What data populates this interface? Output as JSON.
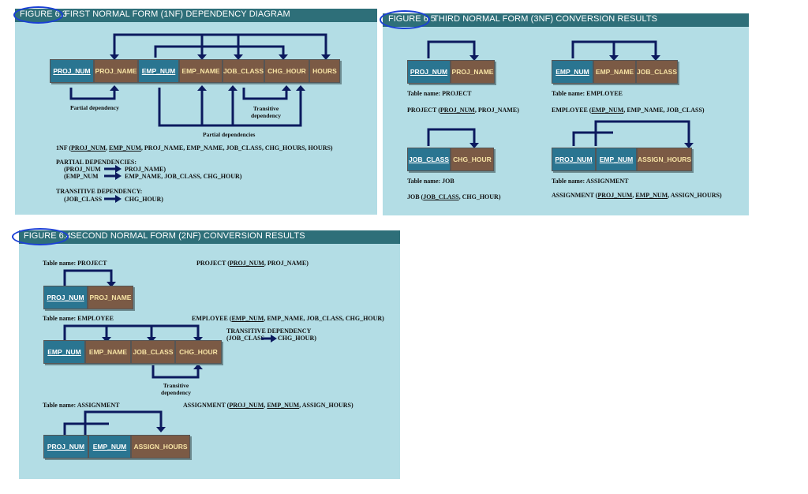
{
  "colors": {
    "key_cell": "#2a7591",
    "attr_cell": "#7b5a45",
    "panel_bg": "#b3dde5",
    "title_bar": "#2e6f79",
    "arrow": "#0c1a5e",
    "highlight_ellipse": "#1a3fd6"
  },
  "fig63": {
    "figure_label": "FIGURE 6.3",
    "title": "FIRST NORMAL FORM (1NF) DEPENDENCY DIAGRAM",
    "cells": [
      "PROJ_NUM",
      "PROJ_NAME",
      "EMP_NUM",
      "EMP_NAME",
      "JOB_CLASS",
      "CHG_HOUR",
      "HOURS"
    ],
    "partial_dependency_label": "Partial dependency",
    "transitive_label_1": "Transitive",
    "transitive_label_2": "dependency",
    "partial_dependencies_label": "Partial dependencies",
    "nf1_prefix": "1NF (",
    "nf1_key1": "PROJ_NUM",
    "nf1_sep": ", ",
    "nf1_key2": "EMP_NUM",
    "nf1_rest": ", PROJ_NAME, EMP_NAME, JOB_CLASS, CHG_HOURS, HOURS)",
    "partial_header": "PARTIAL DEPENDENCIES:",
    "partial_line1_left": "(PROJ_NUM",
    "partial_line1_right": "PROJ_NAME)",
    "partial_line2_left": "(EMP_NUM",
    "partial_line2_right": "EMP_NAME, JOB_CLASS, CHG_HOUR)",
    "transitive_header": "TRANSITIVE DEPENDENCY:",
    "transitive_line_left": "(JOB_CLASS",
    "transitive_line_right": "CHG_HOUR)"
  },
  "fig65": {
    "figure_label": "FIGURE 6.5",
    "title": "THIRD NORMAL FORM (3NF) CONVERSION RESULTS",
    "project_cells": [
      "PROJ_NUM",
      "PROJ_NAME"
    ],
    "project_table_name": "Table name: PROJECT",
    "project_schema_prefix": "PROJECT  (",
    "project_schema_key": "PROJ_NUM",
    "project_schema_rest": ", PROJ_NAME)",
    "employee_cells": [
      "EMP_NUM",
      "EMP_NAME",
      "JOB_CLASS"
    ],
    "employee_table_name": "Table name: EMPLOYEE",
    "employee_schema_prefix": "EMPLOYEE  (",
    "employee_schema_key": "EMP_NUM",
    "employee_schema_rest": ", EMP_NAME, JOB_CLASS)",
    "job_cells": [
      "JOB_CLASS",
      "CHG_HOUR"
    ],
    "job_table_name": "Table name: JOB",
    "job_schema_prefix": "JOB  (",
    "job_schema_key": "JOB_CLASS",
    "job_schema_rest": ", CHG_HOUR)",
    "assignment_cells": [
      "PROJ_NUM",
      "EMP_NUM",
      "ASSIGN_HOURS"
    ],
    "assignment_table_name": "Table name: ASSIGNMENT",
    "assignment_schema_prefix": "ASSIGNMENT  (",
    "assignment_schema_key1": "PROJ_NUM",
    "assignment_schema_sep": ", ",
    "assignment_schema_key2": "EMP_NUM",
    "assignment_schema_rest": ", ASSIGN_HOURS)"
  },
  "fig64": {
    "figure_label": "FIGURE 6.4",
    "title": "SECOND NORMAL FORM (2NF) CONVERSION RESULTS",
    "project_table_name": "Table name: PROJECT",
    "project_schema_prefix": "PROJECT (",
    "project_schema_key": "PROJ_NUM",
    "project_schema_rest": ", PROJ_NAME)",
    "project_cells": [
      "PROJ_NUM",
      "PROJ_NAME"
    ],
    "employee_table_name": "Table name: EMPLOYEE",
    "employee_schema_prefix": "EMPLOYEE (",
    "employee_schema_key": "EMP_NUM",
    "employee_schema_rest": ", EMP_NAME, JOB_CLASS, CHG_HOUR)",
    "transitive_header": "TRANSITIVE DEPENDENCY",
    "transitive_line_left": "(JOB_CLASS",
    "transitive_line_right": "CHG_HOUR)",
    "employee_cells": [
      "EMP_NUM",
      "EMP_NAME",
      "JOB_CLASS",
      "CHG_HOUR"
    ],
    "transitive_label_1": "Transitive",
    "transitive_label_2": "dependency",
    "assignment_table_name": "Table name: ASSIGNMENT",
    "assignment_schema_prefix": "ASSIGNMENT (",
    "assignment_schema_key1": "PROJ_NUM",
    "assignment_schema_sep": ", ",
    "assignment_schema_key2": "EMP_NUM",
    "assignment_schema_rest": ", ASSIGN_HOURS)",
    "assignment_cells": [
      "PROJ_NUM",
      "EMP_NUM",
      "ASSIGN_HOURS"
    ]
  }
}
